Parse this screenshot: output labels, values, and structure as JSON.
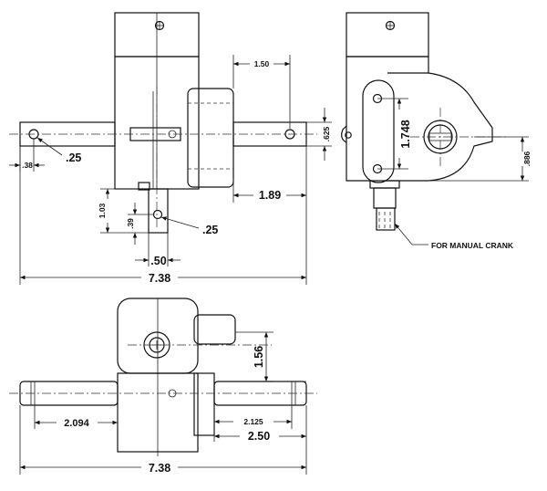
{
  "dimensions": {
    "front_top": {
      "d150": "1.50",
      "d625": ".625",
      "d025a": ".25",
      "d038": ".38",
      "d189": "1.89",
      "d103": "1.03",
      "d039": ".39",
      "d025b": ".25",
      "d050": ".50",
      "d738": "7.38"
    },
    "side": {
      "d1748": "1.748",
      "d886": ".886",
      "note": "FOR MANUAL CRANK"
    },
    "bottom": {
      "d156": "1.56",
      "d2094": "2.094",
      "d2125": "2.125",
      "d250": "2.50",
      "d738": "7.38"
    }
  },
  "icons": [
    "screw-head-icon",
    "shaft-hole-icon",
    "keyway-icon",
    "arrowhead-icon"
  ]
}
